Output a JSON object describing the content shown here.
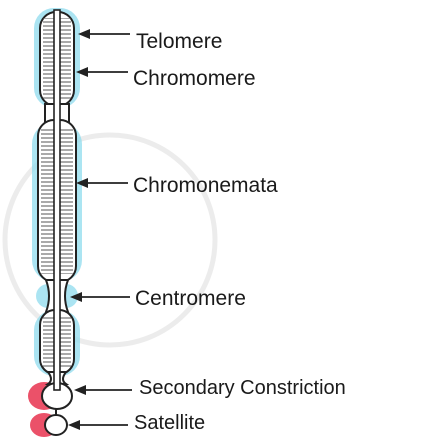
{
  "diagram": {
    "labels": {
      "telomere": "Telomere",
      "chromomere": "Chromomere",
      "chromonemata": "Chromonemata",
      "centromere": "Centromere",
      "secondary_constriction": "Secondary Constriction",
      "satellite": "Satellite"
    },
    "colors": {
      "outline": "#222222",
      "stripe": "#555555",
      "halo_cyan": "#8fdcee",
      "halo_red": "#e8334f",
      "watermark": "#c8c8c8",
      "label_text": "#1a1a1a"
    }
  }
}
